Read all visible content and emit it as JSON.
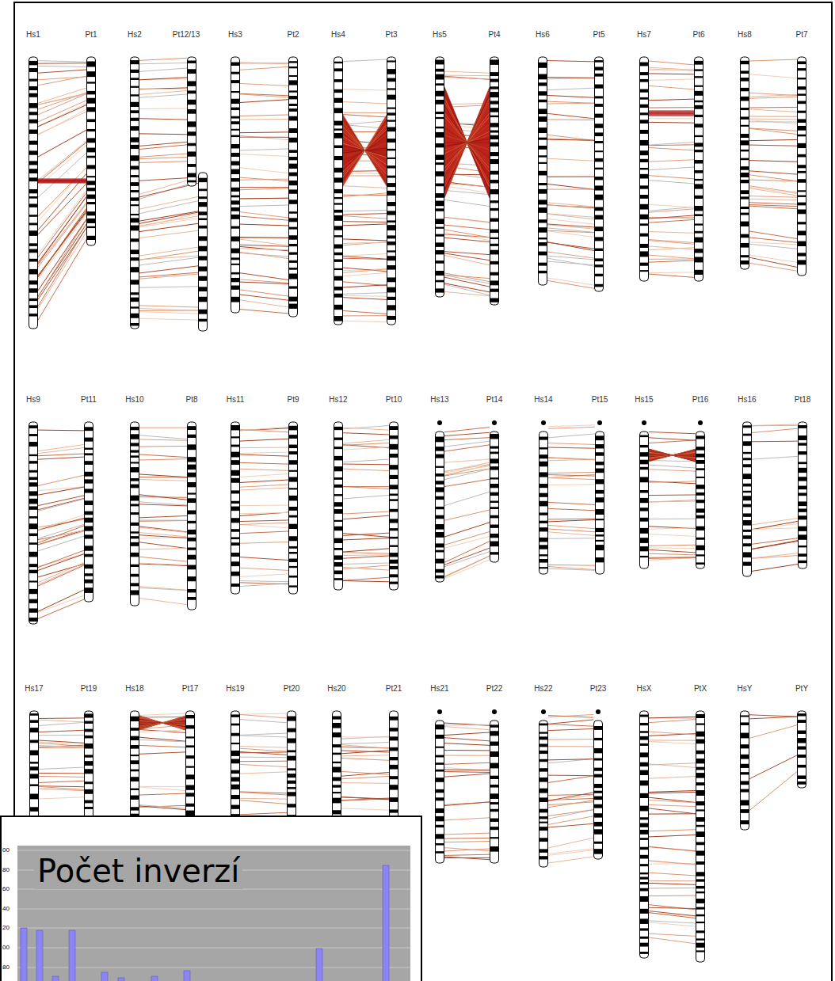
{
  "diagram": {
    "nodes": [
      {
        "text": [
          "Počet inverzí"
        ]
      }
    ],
    "labels": [
      "Hs1",
      "Pt1",
      "Hs2",
      "Pt12/13",
      "Hs3",
      "Pt2",
      "Hs4",
      "Pt3",
      "Hs5",
      "Pt4",
      "Hs6",
      "Pt5",
      "Hs7",
      "Pt6",
      "Hs8",
      "Pt7",
      "Hs9",
      "Pt11",
      "Hs10",
      "Pt8",
      "Hs11",
      "Pt9",
      "Hs12",
      "Pt10",
      "Hs13",
      "Pt14",
      "Hs14",
      "Pt15",
      "Hs15",
      "Pt16",
      "Hs16",
      "Pt18",
      "Hs17",
      "Pt19",
      "Hs18",
      "Pt17",
      "Hs19",
      "Pt20",
      "Hs20",
      "Pt21",
      "Hs21",
      "Pt22",
      "Hs22",
      "Pt23",
      "HsX",
      "PtX",
      "HsY",
      "PtY",
      "00",
      "80",
      "60",
      "40",
      "20",
      "00",
      "80"
    ]
  }
}
